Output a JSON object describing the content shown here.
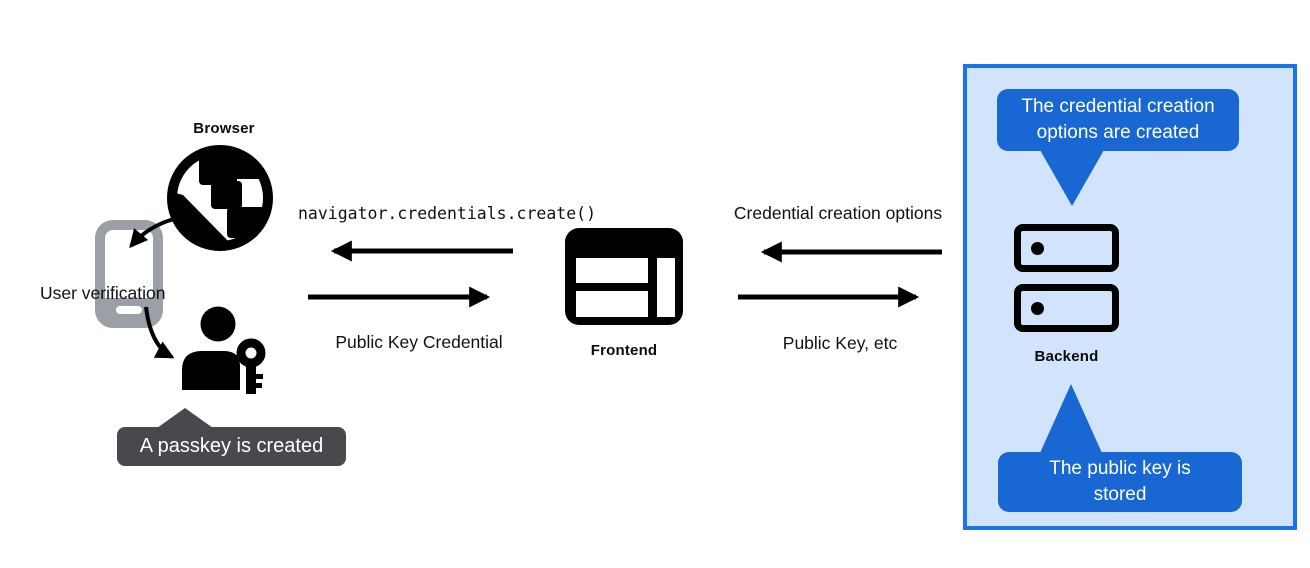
{
  "diagram": {
    "nodes": {
      "browser": {
        "label": "Browser"
      },
      "user_verification": {
        "label": "User verification"
      },
      "frontend": {
        "label": "Frontend"
      },
      "backend": {
        "label": "Backend"
      }
    },
    "messages": {
      "create_call": "navigator.credentials.create()",
      "public_key_credential": "Public Key Credential",
      "credential_creation_options": "Credential creation options",
      "public_key_etc": "Public Key, etc"
    },
    "callouts": {
      "passkey_created": "A passkey is created",
      "options_created": "The credential creation options are created",
      "key_stored": "The public key is stored"
    },
    "icons": [
      "browser-globe-icon",
      "phone-icon",
      "user-with-key-icon",
      "frontend-window-icon",
      "backend-server-icon"
    ],
    "colors": {
      "panel_background": "#d2e3fc",
      "panel_border": "#1a73e8",
      "speech_bubble_blue": "#1967d2",
      "callout_dark_gray": "#47494c",
      "phone_gray": "#9aa0a6",
      "icon_black": "#000000",
      "text_white": "#ffffff"
    }
  }
}
